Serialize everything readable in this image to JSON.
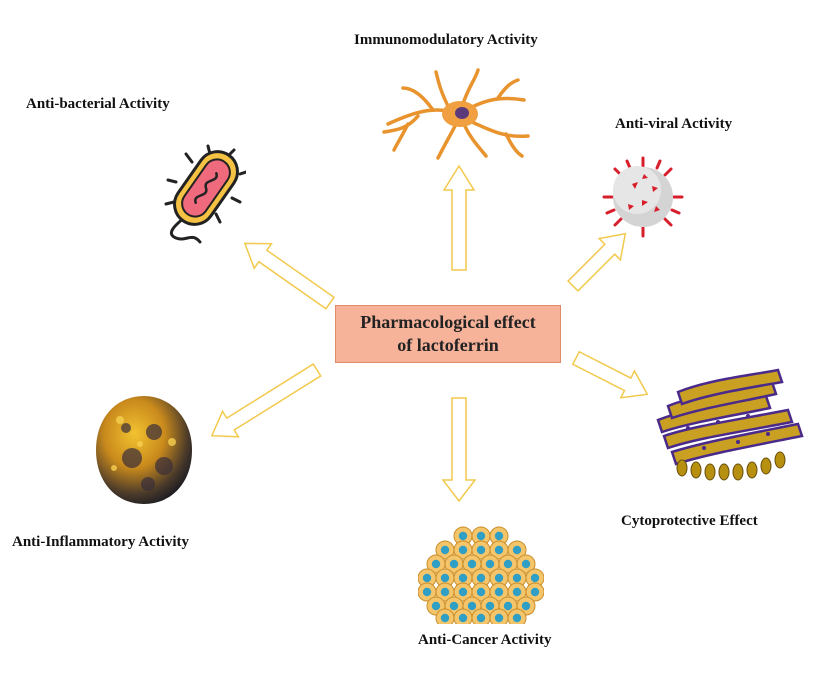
{
  "center": {
    "line1": "Pharmacological effect",
    "line2": "of lactoferrin",
    "fill_color": "#f7b39a"
  },
  "activities": {
    "immunomodulatory": "Immunomodulatory Activity",
    "antibacterial": "Anti-bacterial Activity",
    "antiviral": "Anti-viral Activity",
    "cytoprotective": "Cytoprotective Effect",
    "antiinflammatory": "Anti-Inflammatory Activity",
    "anticancer": "Anti-Cancer Activity"
  },
  "arrow_color": "#f2c94c",
  "icons": [
    "neuron-icon",
    "bacterium-icon",
    "virus-icon",
    "organelle-icon",
    "inflamed-cell-icon",
    "cancer-cells-icon"
  ]
}
